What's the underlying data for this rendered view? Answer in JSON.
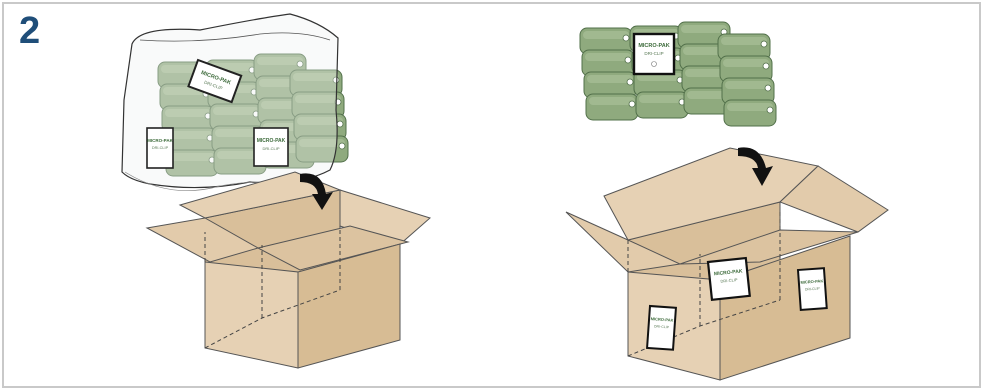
{
  "step_number": "2",
  "colors": {
    "box_light": "#e6d1b4",
    "box_mid": "#d9bf9a",
    "box_dark": "#c9ab82",
    "pack_green": "#8faa7e",
    "pack_green_dark": "#6f8e60",
    "step_blue": "#1f4e79",
    "frame": "#c9c9c9"
  },
  "left_scene": {
    "bag_pack_label_top": "MICRO-PAK",
    "bag_pack_label_bottom": "DRI-CLIP",
    "side_label_a_top": "MICRO-PAK",
    "side_label_a_bottom": "DRI-CLIP",
    "side_label_b_top": "MICRO-PAK",
    "side_label_b_bottom": "DRI-CLIP"
  },
  "right_scene": {
    "stack_label_top": "MICRO-PAK",
    "stack_label_bottom": "DRI-CLIP",
    "box_label_a_top": "MICRO-PAK",
    "box_label_a_bottom": "DRI-CLIP",
    "box_label_b_top": "MICRO-PAK",
    "box_label_b_bottom": "DRI-CLIP",
    "box_label_c_top": "MICRO-PAK",
    "box_label_c_bottom": "DRI-CLIP"
  },
  "icons": {
    "left_arrow": "curved-down-arrow-icon",
    "right_arrow": "curved-down-arrow-icon"
  }
}
